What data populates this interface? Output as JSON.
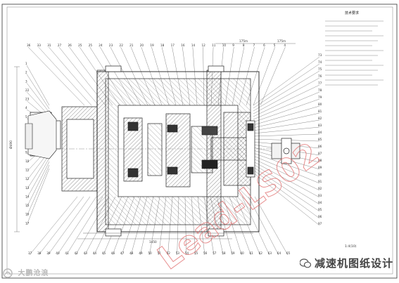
{
  "drawing": {
    "diagonal_watermark": "Lead-LS02",
    "labels_top": [
      "36",
      "33",
      "31",
      "27",
      "26",
      "25",
      "25",
      "24",
      "23",
      "22",
      "21",
      "20",
      "19",
      "18",
      "17",
      "16",
      "14",
      "12",
      "11",
      "10",
      "9",
      "8",
      "7",
      "6",
      "5",
      "4"
    ],
    "labels_bottom": [
      "37",
      "38",
      "39",
      "40",
      "41",
      "42",
      "43",
      "44",
      "45",
      "46",
      "47",
      "48",
      "49",
      "50",
      "51",
      "52",
      "53",
      "54",
      "55",
      "56",
      "57",
      "58",
      "59",
      "60",
      "61",
      "62",
      "63",
      "64",
      "65"
    ],
    "labels_left": [
      "1",
      "2",
      "3",
      "22",
      "23",
      "4",
      "5",
      "6",
      "7",
      "8",
      "9",
      "10",
      "11",
      "12",
      "13",
      "14",
      "15",
      "16",
      "17"
    ],
    "labels_right": [
      "73",
      "74",
      "75",
      "76",
      "77",
      "78",
      "79",
      "80",
      "81",
      "82",
      "83",
      "84",
      "85",
      "86",
      "87",
      "88",
      "89",
      "90",
      "91",
      "92",
      "93",
      "94",
      "95",
      "96",
      "97"
    ],
    "dim_left_width": "Ø490",
    "dim_top_a": "175m",
    "dim_top_b": "175m",
    "dim_bottom": "1450",
    "bottom_right_code": "1:4(10)"
  },
  "notes": {
    "title": "技术要求"
  },
  "watermarks": {
    "left_brand": "大鹏沧浪",
    "right_brand": "减速机图纸设计"
  },
  "colors": {
    "line": "#222222",
    "watermark_red": "#e06a6a",
    "grey_text": "#9a9a9a"
  }
}
